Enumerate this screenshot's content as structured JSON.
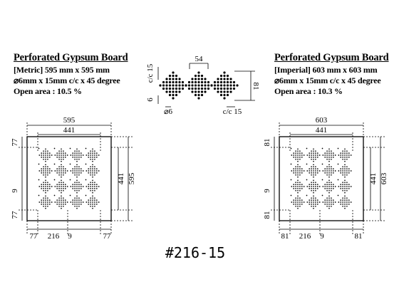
{
  "left_spec": {
    "title": "Perforated Gypsum Board",
    "size": "[Metric] 595 mm x 595 mm",
    "hole": "⌀6mm x 15mm c/c x 45 degree",
    "open_area": "Open area : 10.5 %"
  },
  "right_spec": {
    "title": "Perforated Gypsum Board",
    "size": "[Imperial] 603 mm x 603 mm",
    "hole": "⌀6mm x 15mm c/c x 45 degree",
    "open_area": "Open area : 10.3 %"
  },
  "detail": {
    "dim_top": "54",
    "dim_right": "81",
    "cc_left": "c/c 15",
    "dia_left": "6",
    "dia_bottom": "⌀6",
    "cc_bottom": "c/c 15"
  },
  "left_board": {
    "overall_width": "595",
    "pattern_width": "441",
    "top_margin": "77",
    "gap": "9",
    "bottom_margin": "77",
    "pattern_height": "441",
    "overall_height": "595",
    "bottom_dims": [
      "77",
      "216",
      "9",
      "77"
    ]
  },
  "right_board": {
    "overall_width": "603",
    "pattern_width": "441",
    "top_margin": "81",
    "gap": "9",
    "bottom_margin": "81",
    "pattern_height": "441",
    "overall_height": "603",
    "bottom_dims": [
      "81",
      "216",
      "9",
      "81"
    ]
  },
  "product_code": "#216-15"
}
